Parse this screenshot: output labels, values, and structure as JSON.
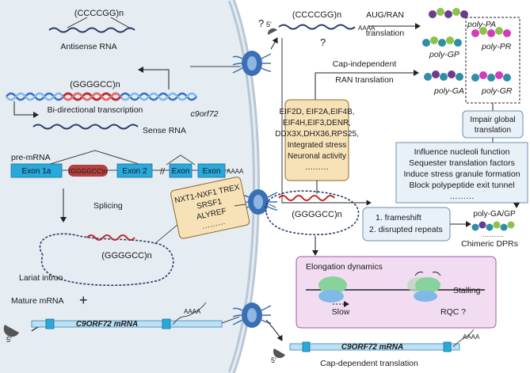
{
  "nucleus": {
    "antisense_repeat": "(CCCCGG)n",
    "antisense_label": "Antisense RNA",
    "sense_repeat": "(GGGGCC)n",
    "bidirectional_label": "Bi-directional transcription",
    "gene_label": "c9orf72",
    "sense_label": "Sense RNA",
    "premrna_label": "pre-mRNA",
    "exon1a": "Exon 1a",
    "exon_repeat": "(GGGGCC)n",
    "exon2": "Exon 2",
    "exon_a": "Exon",
    "exon_b": "Exon",
    "polya": "AAAA",
    "splicing_label": "Splicing",
    "lariat_repeat": "(GGGGCC)n",
    "lariat_label": "Lariat intron",
    "mature_label": "Mature mRNA",
    "mrna_label": "C9ORF72 mRNA",
    "mrna_polya": "AAAA",
    "cap_label": "5'"
  },
  "export_box": {
    "lines": [
      "NXT1-NXF1 TREX",
      "SRSF1",
      "ALYREF",
      "………"
    ]
  },
  "cytoplasm": {
    "top_q1": "?",
    "top_5": "5'",
    "top_repeat": "(CCCCGG)n",
    "top_polya": "AAAA",
    "top_q2": "?",
    "aug_label_1": "AUG/RAN",
    "aug_label_2": "translation",
    "poly_pa": "poly-PA",
    "poly_gp": "poly-GP",
    "poly_ga": "poly-GA",
    "poly_pr": "poly-PR",
    "poly_gr": "poly-GR",
    "capind_1": "Cap-independent",
    "capind_2": "RAN translation",
    "impair_1": "Impair global",
    "impair_2": "translation",
    "factors": {
      "lines": [
        "EIF2D, EIF2A,EIF4B,",
        "EIF4H,EIF3,DENR,",
        "DDX3X,DHX36,RPS25,",
        "Integrated stress",
        "Neuronal activity",
        "………"
      ]
    },
    "effects": {
      "lines": [
        "Influence nucleoli function",
        "Sequester translation factors",
        "Induce stress granule formation",
        "Block polypeptide exit tunnel",
        "………"
      ]
    },
    "circ_repeat": "(GGGGCC)n",
    "frameshift_1": "1.  frameshift",
    "frameshift_2": "2.  disrupted repeats",
    "chim_top": "poly-GA/GP",
    "chim_dots": "………",
    "chim_label": "Chimeric DPRs",
    "elong_title": "Elongation dynamics",
    "slow": "Slow",
    "stalling": "Stalling",
    "rqc": "RQC ?",
    "cyto_mrna_label": "C9ORF72 mRNA",
    "cyto_polya": "AAAA",
    "cyto_5": "5'",
    "capdep_label": "Cap-dependent translation"
  }
}
